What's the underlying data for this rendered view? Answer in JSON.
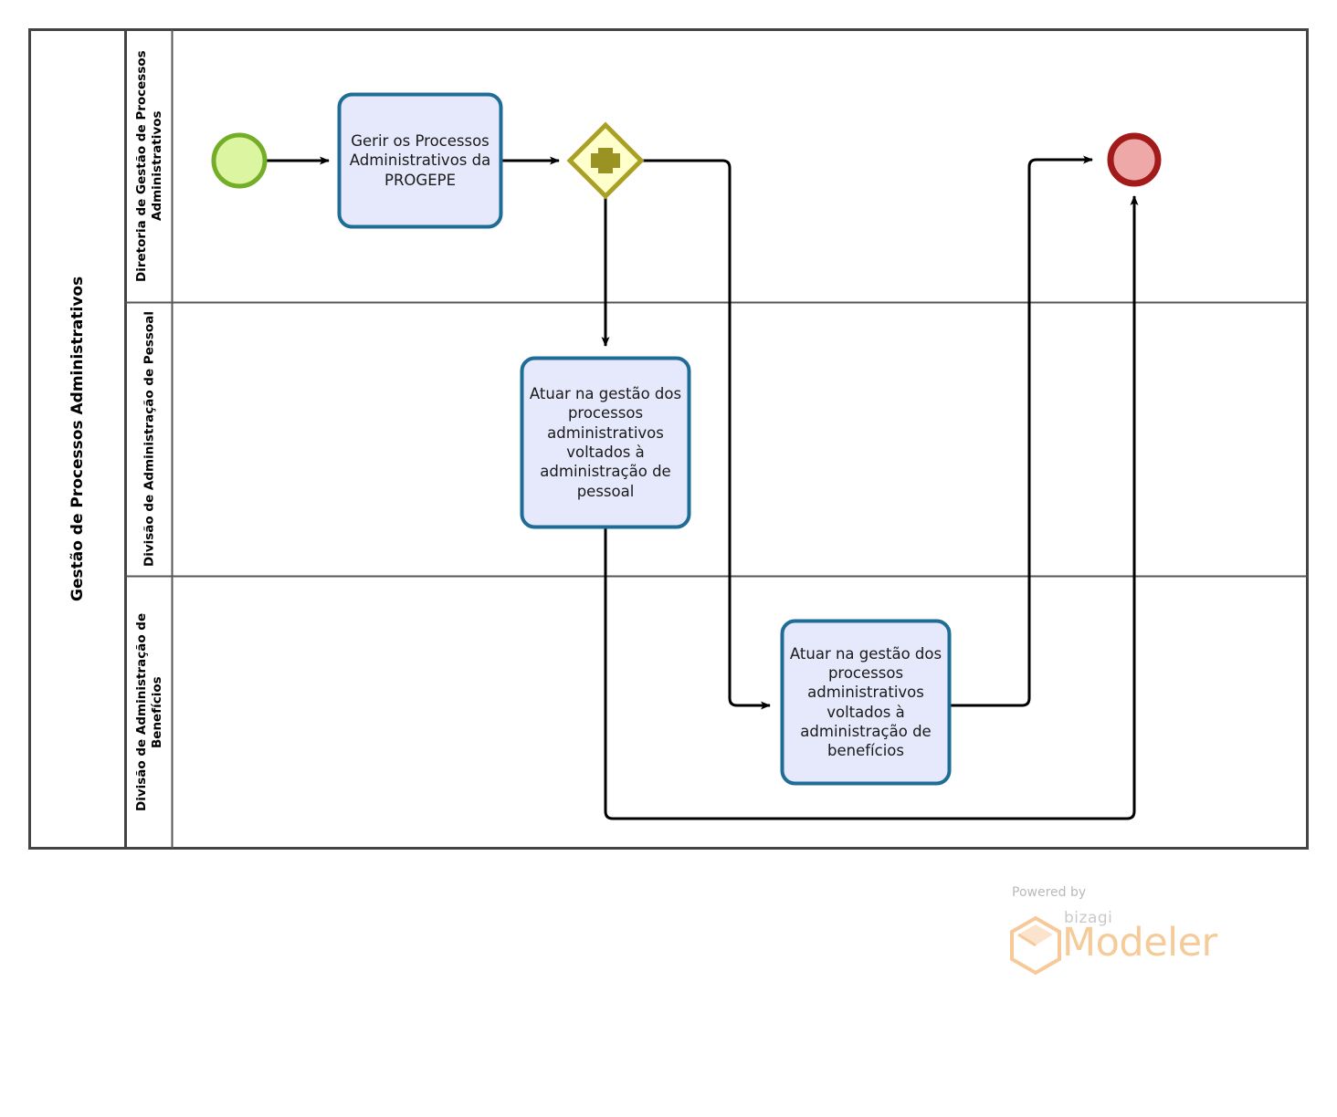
{
  "diagram": {
    "type": "bpmn-process-diagram",
    "pool": {
      "label": "Gestão de Processos Administrativos"
    },
    "lanes": [
      {
        "id": "lane-diretoria",
        "label": "Diretoria de Gestão de Processos Administrativos"
      },
      {
        "id": "lane-pessoal",
        "label": "Divisão de Administração de Pessoal"
      },
      {
        "id": "lane-beneficios",
        "label": "Divisão de Administração de Benefícios"
      }
    ],
    "nodes": {
      "start_event": {
        "name": "start-event",
        "label": ""
      },
      "task_gerir": {
        "label": "Gerir os Processos Administrativos da PROGEPE"
      },
      "gateway_parallel": {
        "name": "parallel-gateway",
        "label": ""
      },
      "task_pessoal": {
        "label": "Atuar na gestão dos processos administrativos voltados à administração de pessoal"
      },
      "task_beneficios": {
        "label": "Atuar na gestão dos processos administrativos voltados à administração de benefícios"
      },
      "end_event": {
        "name": "end-event",
        "label": ""
      }
    },
    "colors": {
      "task_fill": "#E6E8FB",
      "task_stroke": "#1F6D96",
      "start_fill": "#DCF5A0",
      "start_stroke": "#74AD28",
      "end_fill": "#EFA8A8",
      "end_stroke": "#A31A1A",
      "gateway_fill": "#FFFFCC",
      "gateway_stroke": "#AAA025",
      "gateway_symbol": "#9A9324",
      "pool_stroke": "#444444",
      "lane_stroke": "#555555",
      "flow_stroke": "#000000"
    }
  },
  "watermark": {
    "powered_by": "Powered by",
    "brand": "bizagi",
    "product": "Modeler",
    "logo_color": "#F7C998"
  }
}
